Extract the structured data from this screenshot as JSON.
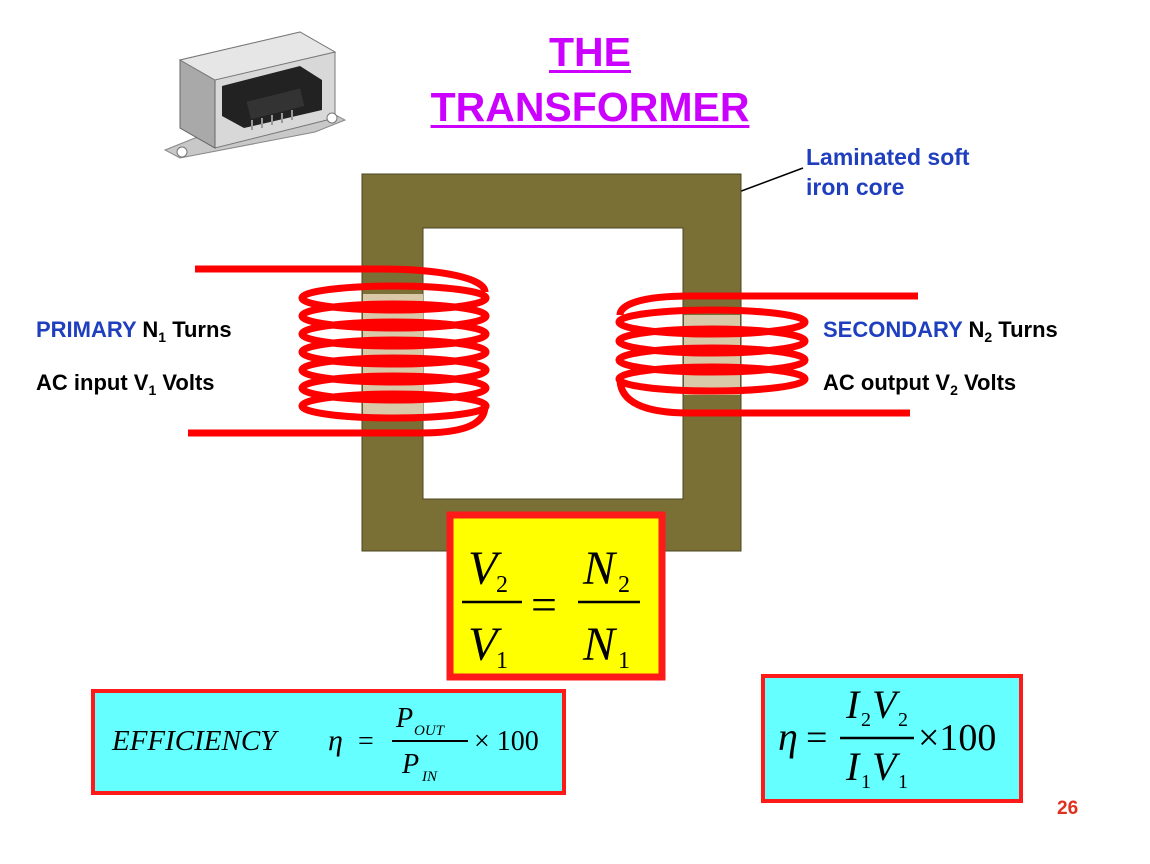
{
  "title": {
    "line1": "THE",
    "line2": "TRANSFORMER"
  },
  "core_label": {
    "line1": "Laminated soft",
    "line2": "iron core"
  },
  "primary": {
    "name": "PRIMARY",
    "turns_symbol": "N",
    "turns_sub": "1",
    "turns_word": "Turns",
    "input_text": "AC  input V",
    "volt_sub": "1",
    "volts_word": "Volts"
  },
  "secondary": {
    "name": "SECONDARY",
    "turns_symbol": "N",
    "turns_sub": "2",
    "turns_word": "Turns",
    "output_text": "AC  output V",
    "volt_sub": "2",
    "volts_word": "Volts"
  },
  "ratio_formula": {
    "lhs_num": "V",
    "lhs_num_sub": "2",
    "lhs_den": "V",
    "lhs_den_sub": "1",
    "eq": "=",
    "rhs_num": "N",
    "rhs_num_sub": "2",
    "rhs_den": "N",
    "rhs_den_sub": "1"
  },
  "efficiency_formula": {
    "word": "EFFICIENCY",
    "eta": "η",
    "eq": "=",
    "num": "P",
    "num_sub": "OUT",
    "den": "P",
    "den_sub": "IN",
    "times": "× 100"
  },
  "power_formula": {
    "eta": "η",
    "eq": "=",
    "num": "I",
    "num_sub1": "2",
    "num2": "V",
    "num_sub2": "2",
    "den": "I",
    "den_sub1": "1",
    "den2": "V",
    "den_sub2": "1",
    "times": "×100"
  },
  "page_number": "26",
  "colors": {
    "core": "#7a7036",
    "coil": "#ff0000",
    "ratio_box": "#ffff00",
    "formula_box": "#66ffff",
    "box_border": "#ff1a1a",
    "title": "#cc00ff",
    "blue_label": "#1f3fbf"
  }
}
